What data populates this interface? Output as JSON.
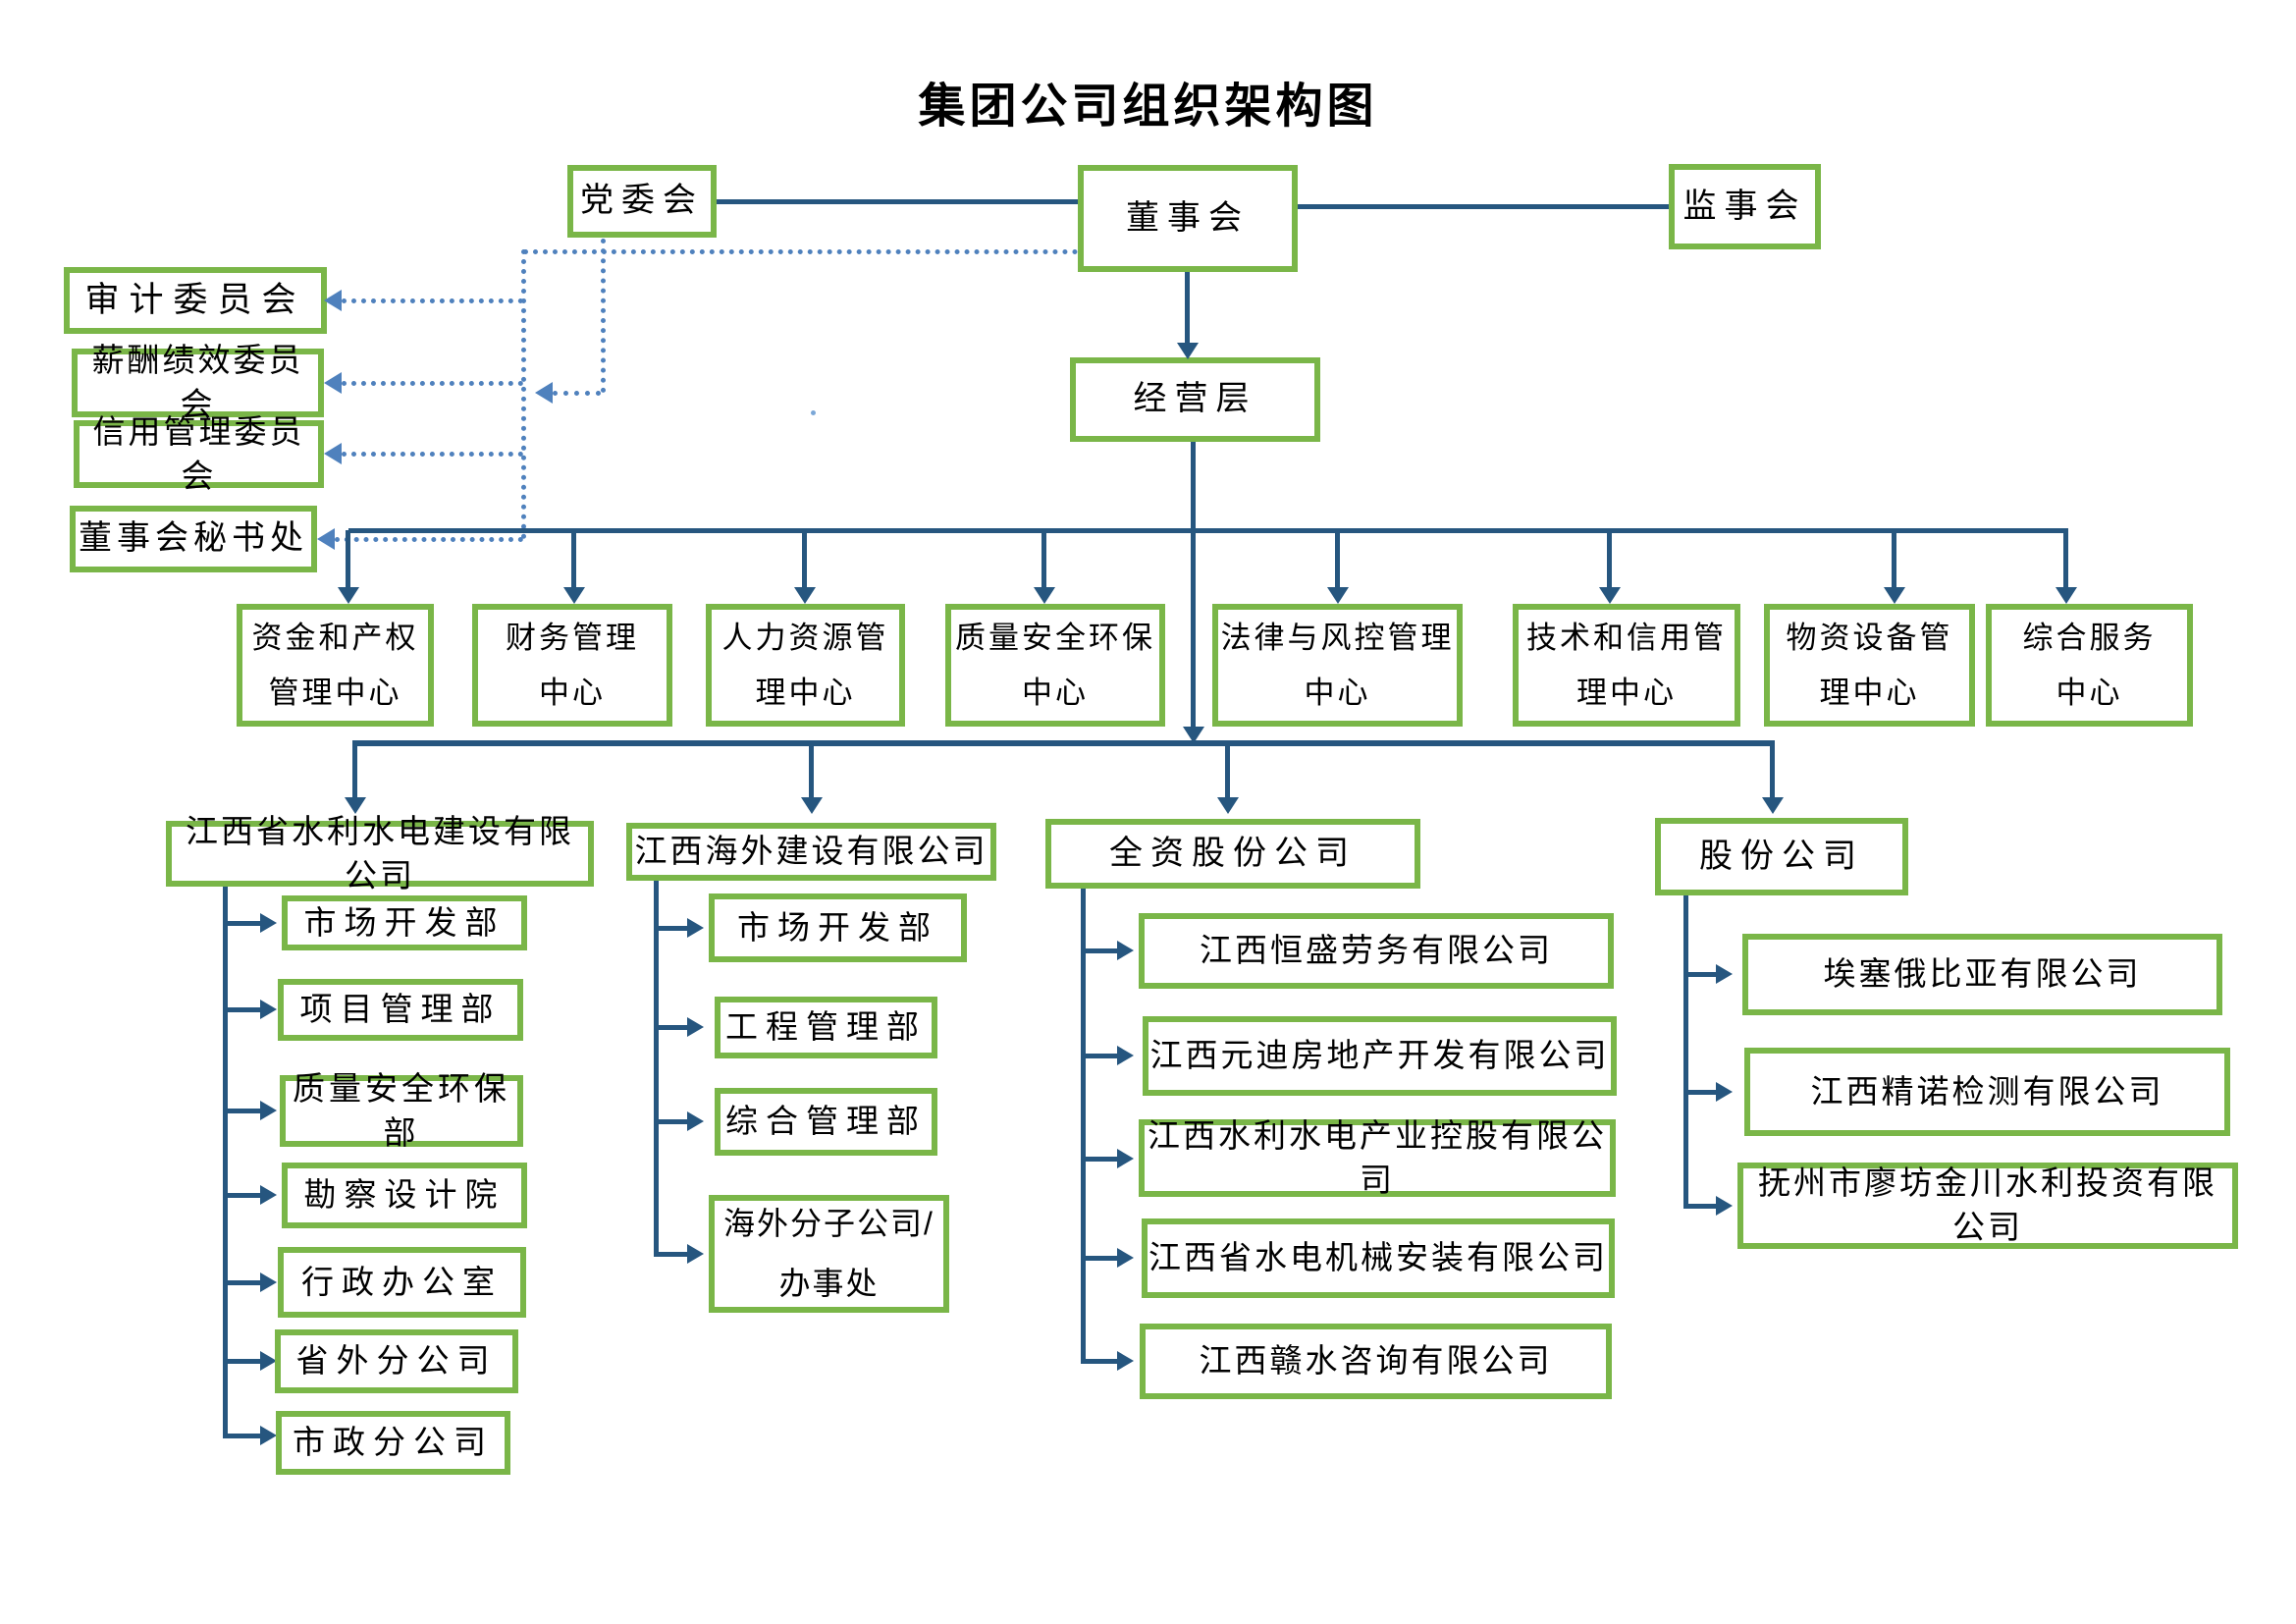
{
  "title": "集团公司组织架构图",
  "top": {
    "party_committee": "党委会",
    "board": "董事会",
    "supervisory_board": "监事会"
  },
  "board_committees": [
    {
      "label": "审计委员会"
    },
    {
      "label": "薪酬绩效委员会"
    },
    {
      "label": "信用管理委员会"
    },
    {
      "label": "董事会秘书处"
    }
  ],
  "management": {
    "label": "经营层"
  },
  "centers": [
    {
      "label": "资金和产权\n管理中心"
    },
    {
      "label": "财务管理\n中心"
    },
    {
      "label": "人力资源管\n理中心"
    },
    {
      "label": "质量安全环保\n中心"
    },
    {
      "label": "法律与风控管理\n中心"
    },
    {
      "label": "技术和信用管\n理中心"
    },
    {
      "label": "物资设备管\n理中心"
    },
    {
      "label": "综合服务\n中心"
    }
  ],
  "subsidiaries": [
    {
      "label": "江西省水利水电建设有限公司",
      "children": [
        "市场开发部",
        "项目管理部",
        "质量安全环保部",
        "勘察设计院",
        "行政办公室",
        "省外分公司",
        "市政分公司"
      ]
    },
    {
      "label": "江西海外建设有限公司",
      "children": [
        "市场开发部",
        "工程管理部",
        "综合管理部",
        "海外分子公司/\n办事处"
      ]
    },
    {
      "label": "全资股份公司",
      "children": [
        "江西恒盛劳务有限公司",
        "江西元迪房地产开发有限公司",
        "江西水利水电产业控股有限公司",
        "江西省水电机械安装有限公司",
        "江西赣水咨询有限公司"
      ]
    },
    {
      "label": "股份公司",
      "children": [
        "埃塞俄比亚有限公司",
        "江西精诺检测有限公司",
        "抚州市廖坊金川水利投资有限公司"
      ]
    }
  ],
  "colors": {
    "box_border_green": "#7ab648",
    "solid_line_blue": "#26567f",
    "dotted_line_blue": "#4f81bd",
    "text": "#000000",
    "background": "#ffffff"
  }
}
